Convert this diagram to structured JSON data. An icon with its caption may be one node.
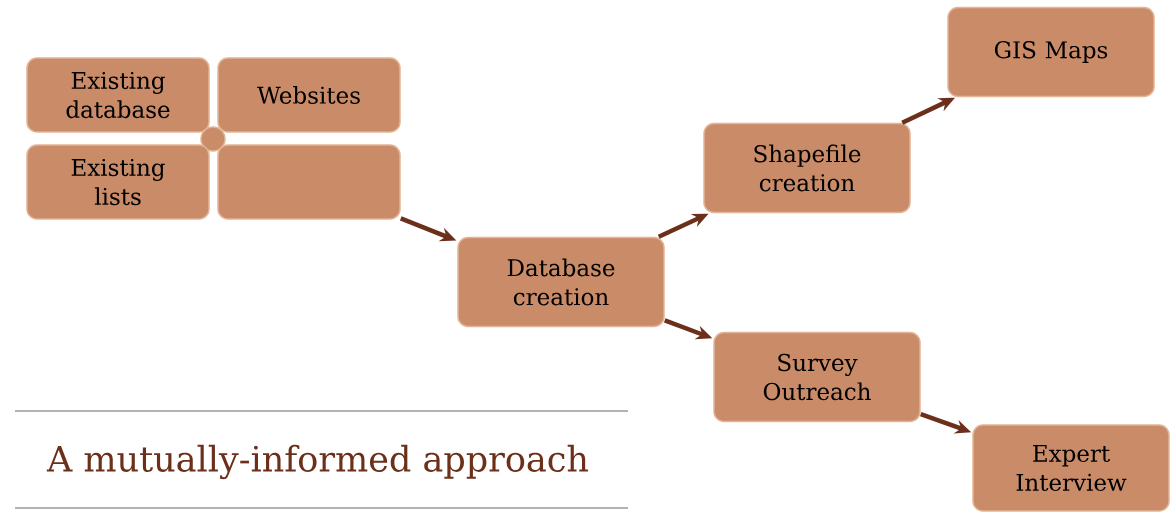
{
  "diagram": {
    "title": "A mutually-informed approach",
    "nodes": [
      {
        "text": [
          "Existing database"
        ]
      },
      {
        "text": [
          "Websites"
        ]
      },
      {
        "text": [
          "Existing lists"
        ]
      },
      {
        "text": [],
        "shape": "box"
      },
      {
        "text": [
          "Database creation"
        ]
      },
      {
        "text": [
          "Shapefile creation"
        ]
      },
      {
        "text": [
          "GIS Maps"
        ]
      },
      {
        "text": [
          "Survey Outreach"
        ]
      },
      {
        "text": [
          "Expert Interview"
        ]
      }
    ],
    "edges": [
      {
        "from": 3,
        "to": 4,
        "arrow": "to"
      },
      {
        "from": 4,
        "to": 5,
        "arrow": "to"
      },
      {
        "from": 5,
        "to": 6,
        "arrow": "to"
      },
      {
        "from": 4,
        "to": 7,
        "arrow": "to"
      },
      {
        "from": 7,
        "to": 8,
        "arrow": "to"
      }
    ]
  }
}
